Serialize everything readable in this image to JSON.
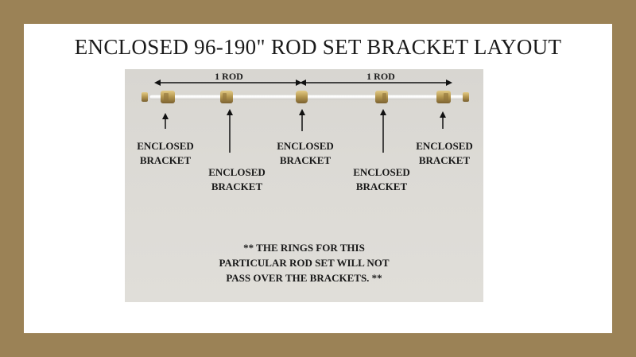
{
  "colors": {
    "frame": "#9b8256",
    "card": "#ffffff",
    "panel": "#dad8d3",
    "brass": "#b89a52"
  },
  "title": "ENCLOSED 96-190\" ROD SET BRACKET LAYOUT",
  "rods": [
    {
      "label": "1 ROD"
    },
    {
      "label": "1 ROD"
    }
  ],
  "brackets": [
    {
      "line1": "ENCLOSED",
      "line2": "BRACKET"
    },
    {
      "line1": "ENCLOSED",
      "line2": "BRACKET"
    },
    {
      "line1": "ENCLOSED",
      "line2": "BRACKET"
    },
    {
      "line1": "ENCLOSED",
      "line2": "BRACKET"
    },
    {
      "line1": "ENCLOSED",
      "line2": "BRACKET"
    }
  ],
  "note": {
    "line1": "** THE RINGS FOR THIS",
    "line2": "PARTICULAR ROD SET WILL NOT",
    "line3": "PASS OVER THE BRACKETS. **"
  }
}
